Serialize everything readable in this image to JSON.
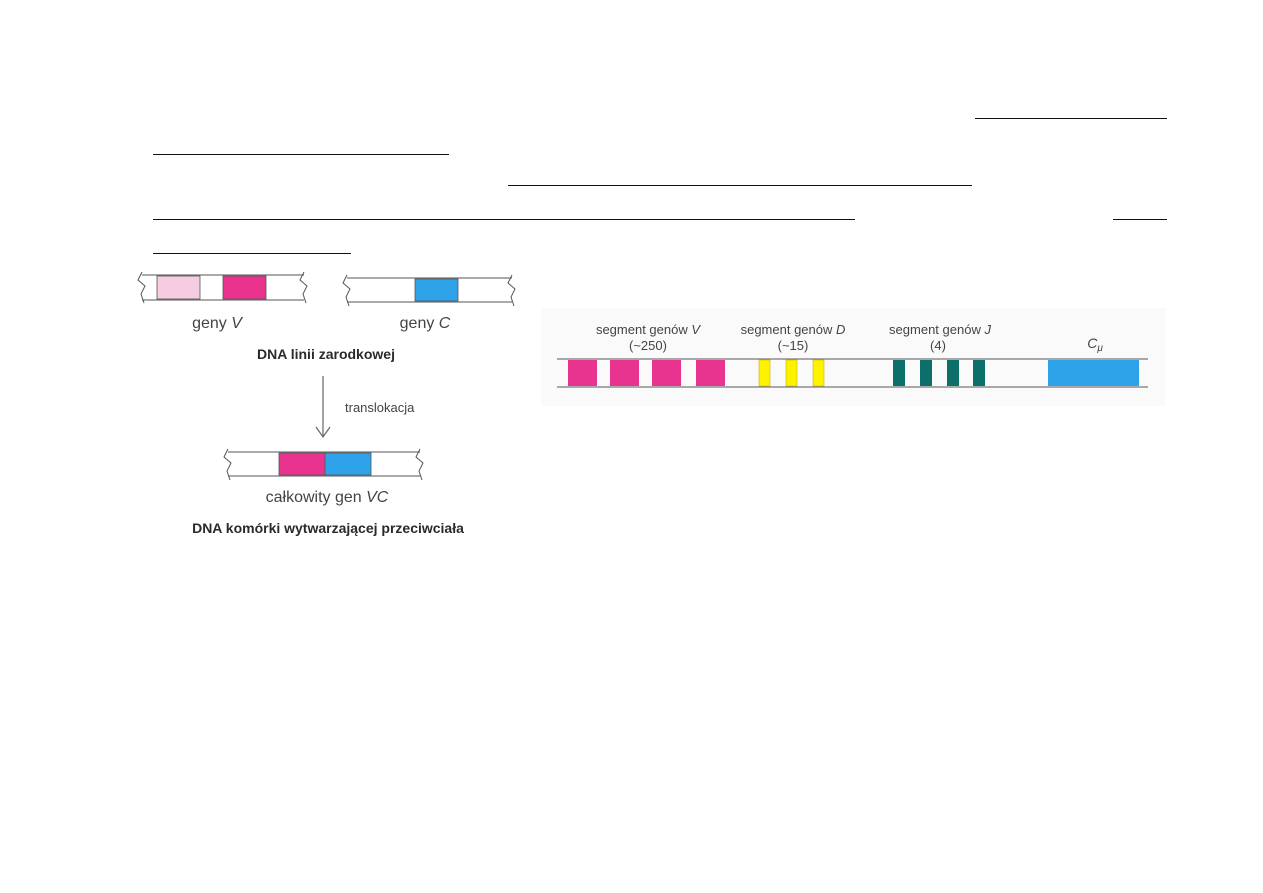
{
  "colors": {
    "pink_light": "#f6cce3",
    "magenta": "#e8338f",
    "blue": "#2ea3ea",
    "yellow": "#fff200",
    "teal": "#0d6f6a",
    "line": "#555555",
    "text": "#444444"
  },
  "left_diagram": {
    "geny_v": {
      "prefix": "geny ",
      "italic": "V"
    },
    "geny_c": {
      "prefix": "geny ",
      "italic": "C"
    },
    "germline_caption": "DNA linii zarodkowej",
    "arrow_label": "translokacja",
    "full_gene": {
      "prefix": "całkowity gen ",
      "italic": "VC"
    },
    "cell_caption": "DNA komórki wytwarzającej przeciwciała"
  },
  "right_diagram": {
    "seg_v": {
      "prefix": "segment genów ",
      "italic": "V",
      "count": "(~250)"
    },
    "seg_d": {
      "prefix": "segment genów ",
      "italic": "D",
      "count": "(~15)"
    },
    "seg_j": {
      "prefix": "segment genów ",
      "italic": "J",
      "count": "(4)"
    },
    "c_mu": {
      "letter": "C",
      "sub": "μ"
    }
  }
}
